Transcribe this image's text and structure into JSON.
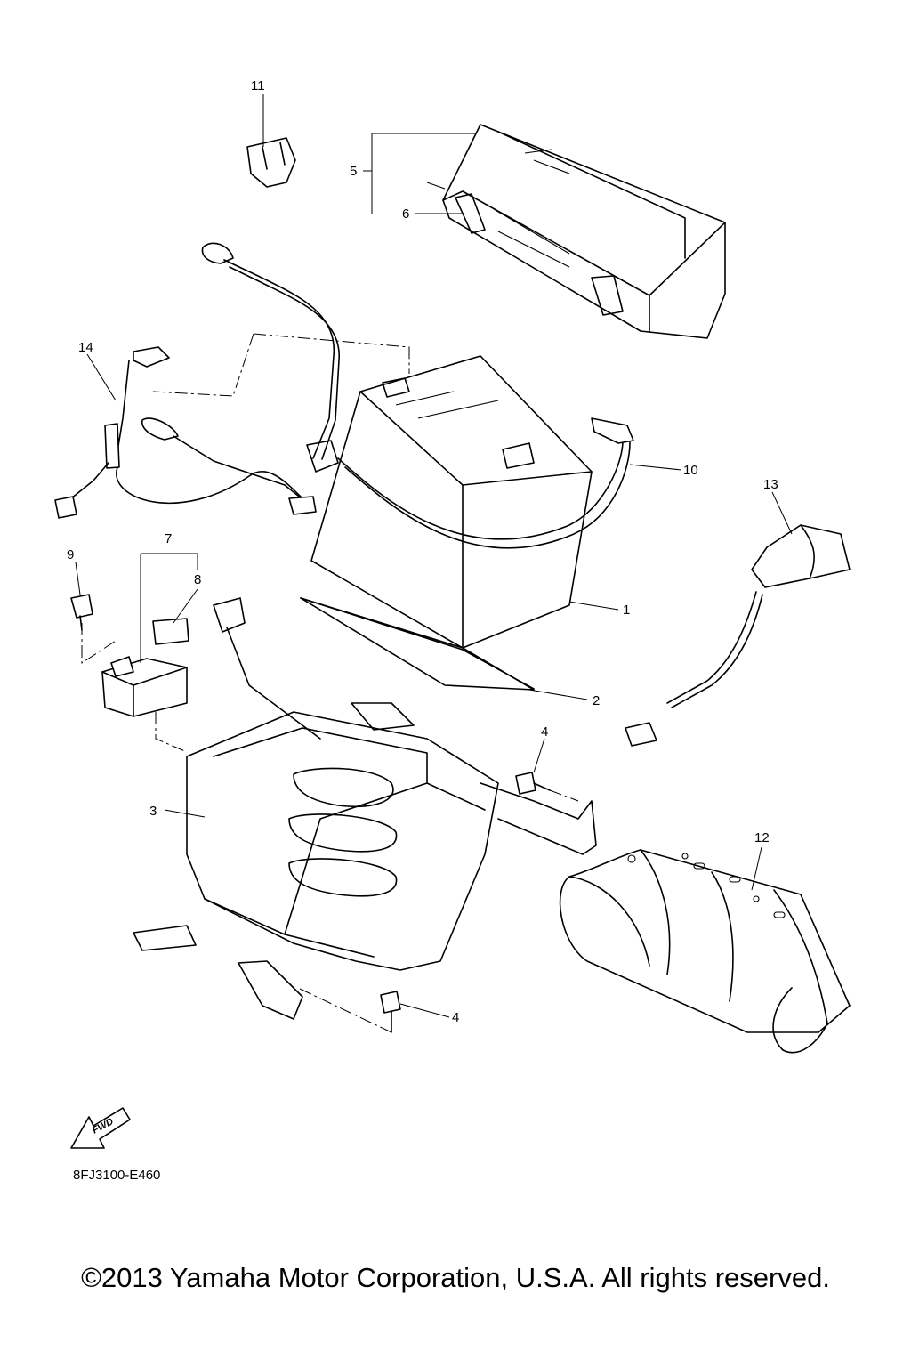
{
  "callouts": [
    "1",
    "2",
    "3",
    "4",
    "4",
    "5",
    "6",
    "7",
    "8",
    "9",
    "10",
    "11",
    "12",
    "13",
    "14"
  ],
  "fwd_label": "FWD",
  "drawing_code": "8FJ3100-E460",
  "copyright": "©2013 Yamaha Motor Corporation, U.S.A. All rights reserved."
}
